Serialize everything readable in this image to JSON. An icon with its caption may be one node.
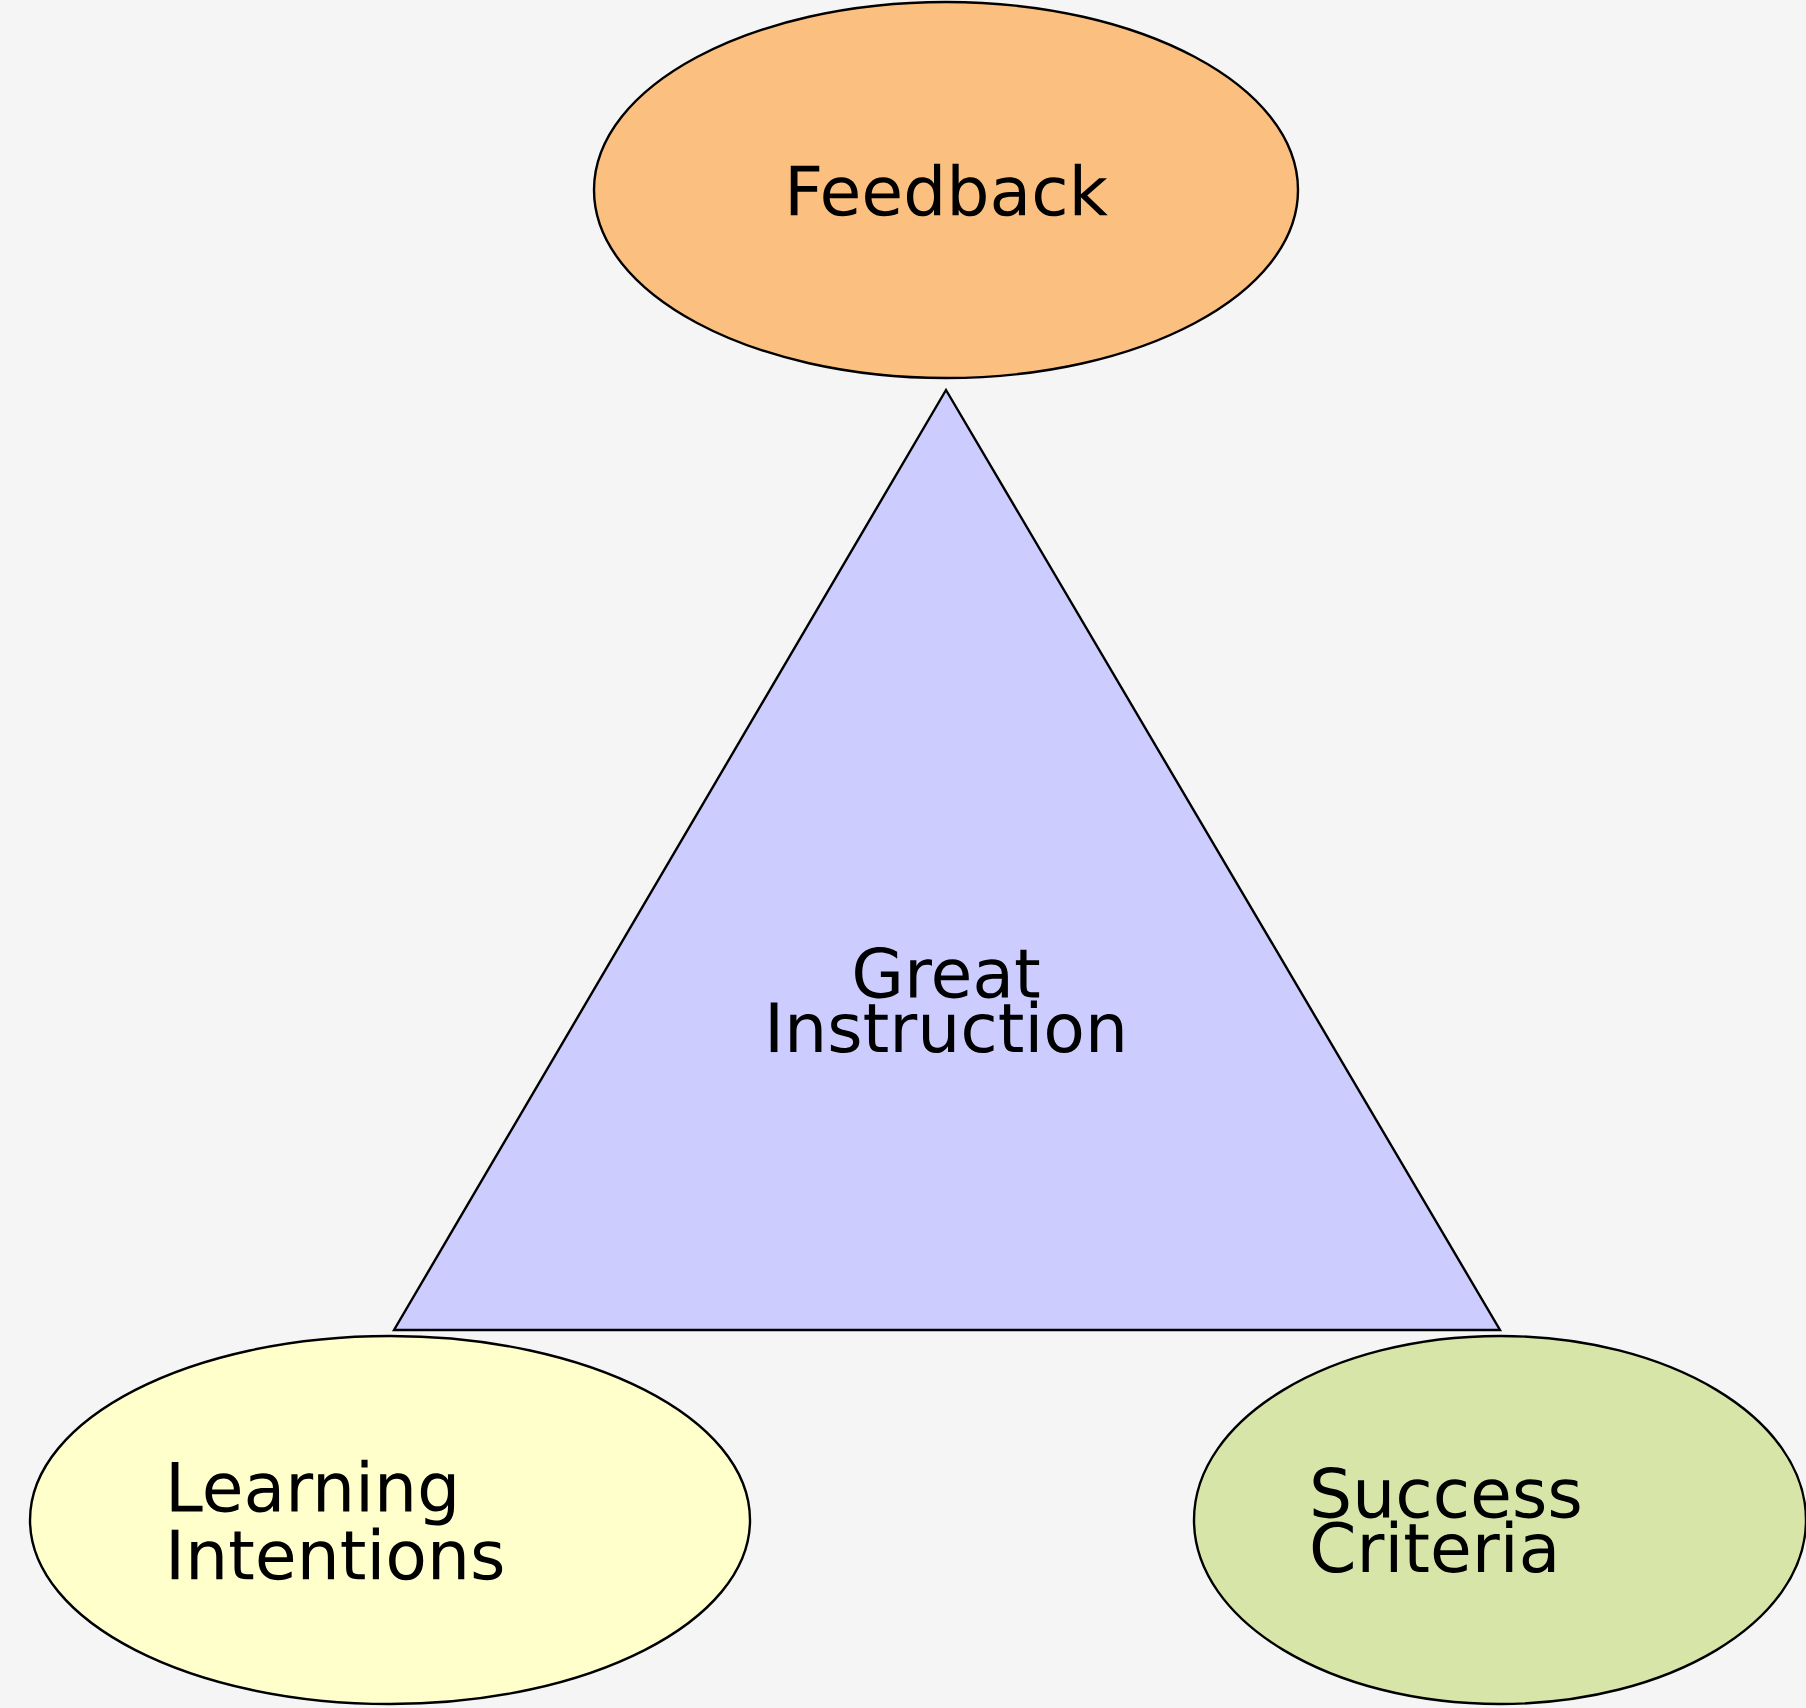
{
  "diagram": {
    "nodes": [
      {
        "text": [
          "Feedback"
        ]
      },
      {
        "text": [
          "Great Instruction"
        ]
      },
      {
        "text": [
          "Learning Intentions"
        ]
      },
      {
        "text": [
          "Success Criteria"
        ]
      }
    ]
  }
}
